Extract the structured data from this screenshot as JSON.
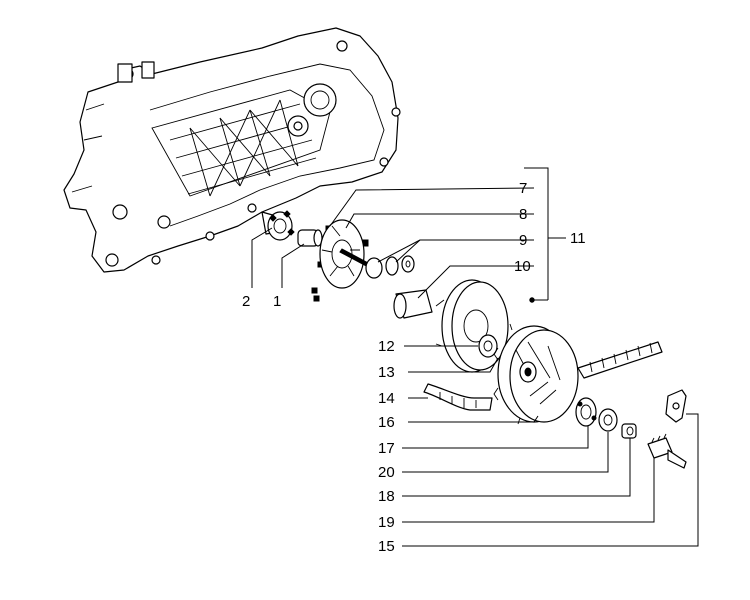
{
  "labels": {
    "p1": "1",
    "p2": "2",
    "p7": "7",
    "p8": "8",
    "p9": "9",
    "p10": "10",
    "p11": "11",
    "p12": "12",
    "p13": "13",
    "p14": "14",
    "p15": "15",
    "p16": "16",
    "p17": "17",
    "p18": "18",
    "p19": "19",
    "p20": "20"
  }
}
